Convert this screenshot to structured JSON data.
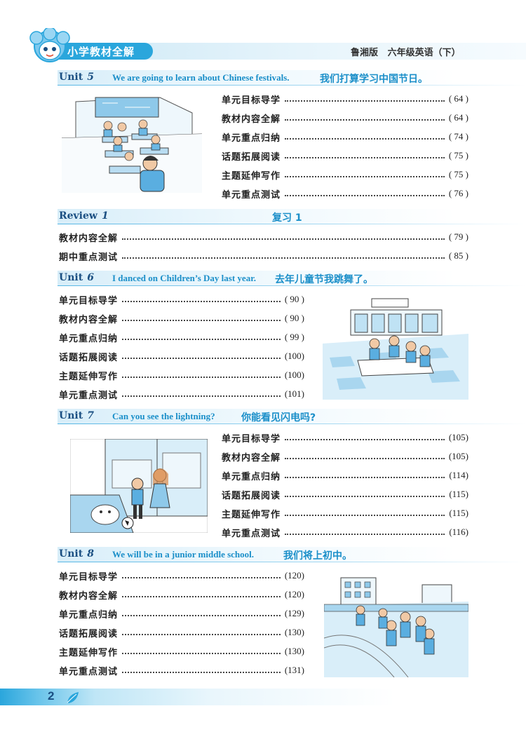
{
  "header": {
    "title": "小学教材全解",
    "edition": "鲁湘版",
    "book": "六年级英语（下）"
  },
  "units": [
    {
      "unit_word": "Unit",
      "unit_num": "5",
      "title_en": "We are going to learn about Chinese festivals.",
      "title_cn": "我们打算学习中国节日。",
      "items": [
        {
          "label": "单元目标导学",
          "page": "( 64 )"
        },
        {
          "label": "教材内容全解",
          "page": "( 64 )"
        },
        {
          "label": "单元重点归纳",
          "page": "( 74 )"
        },
        {
          "label": "话题拓展阅读",
          "page": "( 75 )"
        },
        {
          "label": "主题延伸写作",
          "page": "( 75 )"
        },
        {
          "label": "单元重点测试",
          "page": "( 76 )"
        }
      ]
    },
    {
      "unit_word": "Review",
      "unit_num": "1",
      "title_en": "",
      "title_cn": "复习 1",
      "items": [
        {
          "label": "教材内容全解",
          "page": "( 79 )"
        },
        {
          "label": "期中重点测试",
          "page": "( 85 )"
        }
      ]
    },
    {
      "unit_word": "Unit",
      "unit_num": "6",
      "title_en": "I danced on Children’s Day last year.",
      "title_cn": "去年儿童节我跳舞了。",
      "items": [
        {
          "label": "单元目标导学",
          "page": "( 90 )"
        },
        {
          "label": "教材内容全解",
          "page": "( 90 )"
        },
        {
          "label": "单元重点归纳",
          "page": "( 99 )"
        },
        {
          "label": "话题拓展阅读",
          "page": "(100)"
        },
        {
          "label": "主题延伸写作",
          "page": "(100)"
        },
        {
          "label": "单元重点测试",
          "page": "(101)"
        }
      ]
    },
    {
      "unit_word": "Unit",
      "unit_num": "7",
      "title_en": "Can you see the lightning?",
      "title_cn": "你能看见闪电吗?",
      "items": [
        {
          "label": "单元目标导学",
          "page": "(105)"
        },
        {
          "label": "教材内容全解",
          "page": "(105)"
        },
        {
          "label": "单元重点归纳",
          "page": "(114)"
        },
        {
          "label": "话题拓展阅读",
          "page": "(115)"
        },
        {
          "label": "主题延伸写作",
          "page": "(115)"
        },
        {
          "label": "单元重点测试",
          "page": "(116)"
        }
      ]
    },
    {
      "unit_word": "Unit",
      "unit_num": "8",
      "title_en": "We will be in a junior middle school.",
      "title_cn": "我们将上初中。",
      "items": [
        {
          "label": "单元目标导学",
          "page": "(120)"
        },
        {
          "label": "教材内容全解",
          "page": "(120)"
        },
        {
          "label": "单元重点归纳",
          "page": "(129)"
        },
        {
          "label": "话题拓展阅读",
          "page": "(130)"
        },
        {
          "label": "主题延伸写作",
          "page": "(130)"
        },
        {
          "label": "单元重点测试",
          "page": "(131)"
        }
      ]
    }
  ],
  "footer": {
    "page_number": "2"
  },
  "colors": {
    "accent": "#2aa6dc",
    "unit_title": "#1b8fc9",
    "unit_label": "#1a4f82"
  }
}
